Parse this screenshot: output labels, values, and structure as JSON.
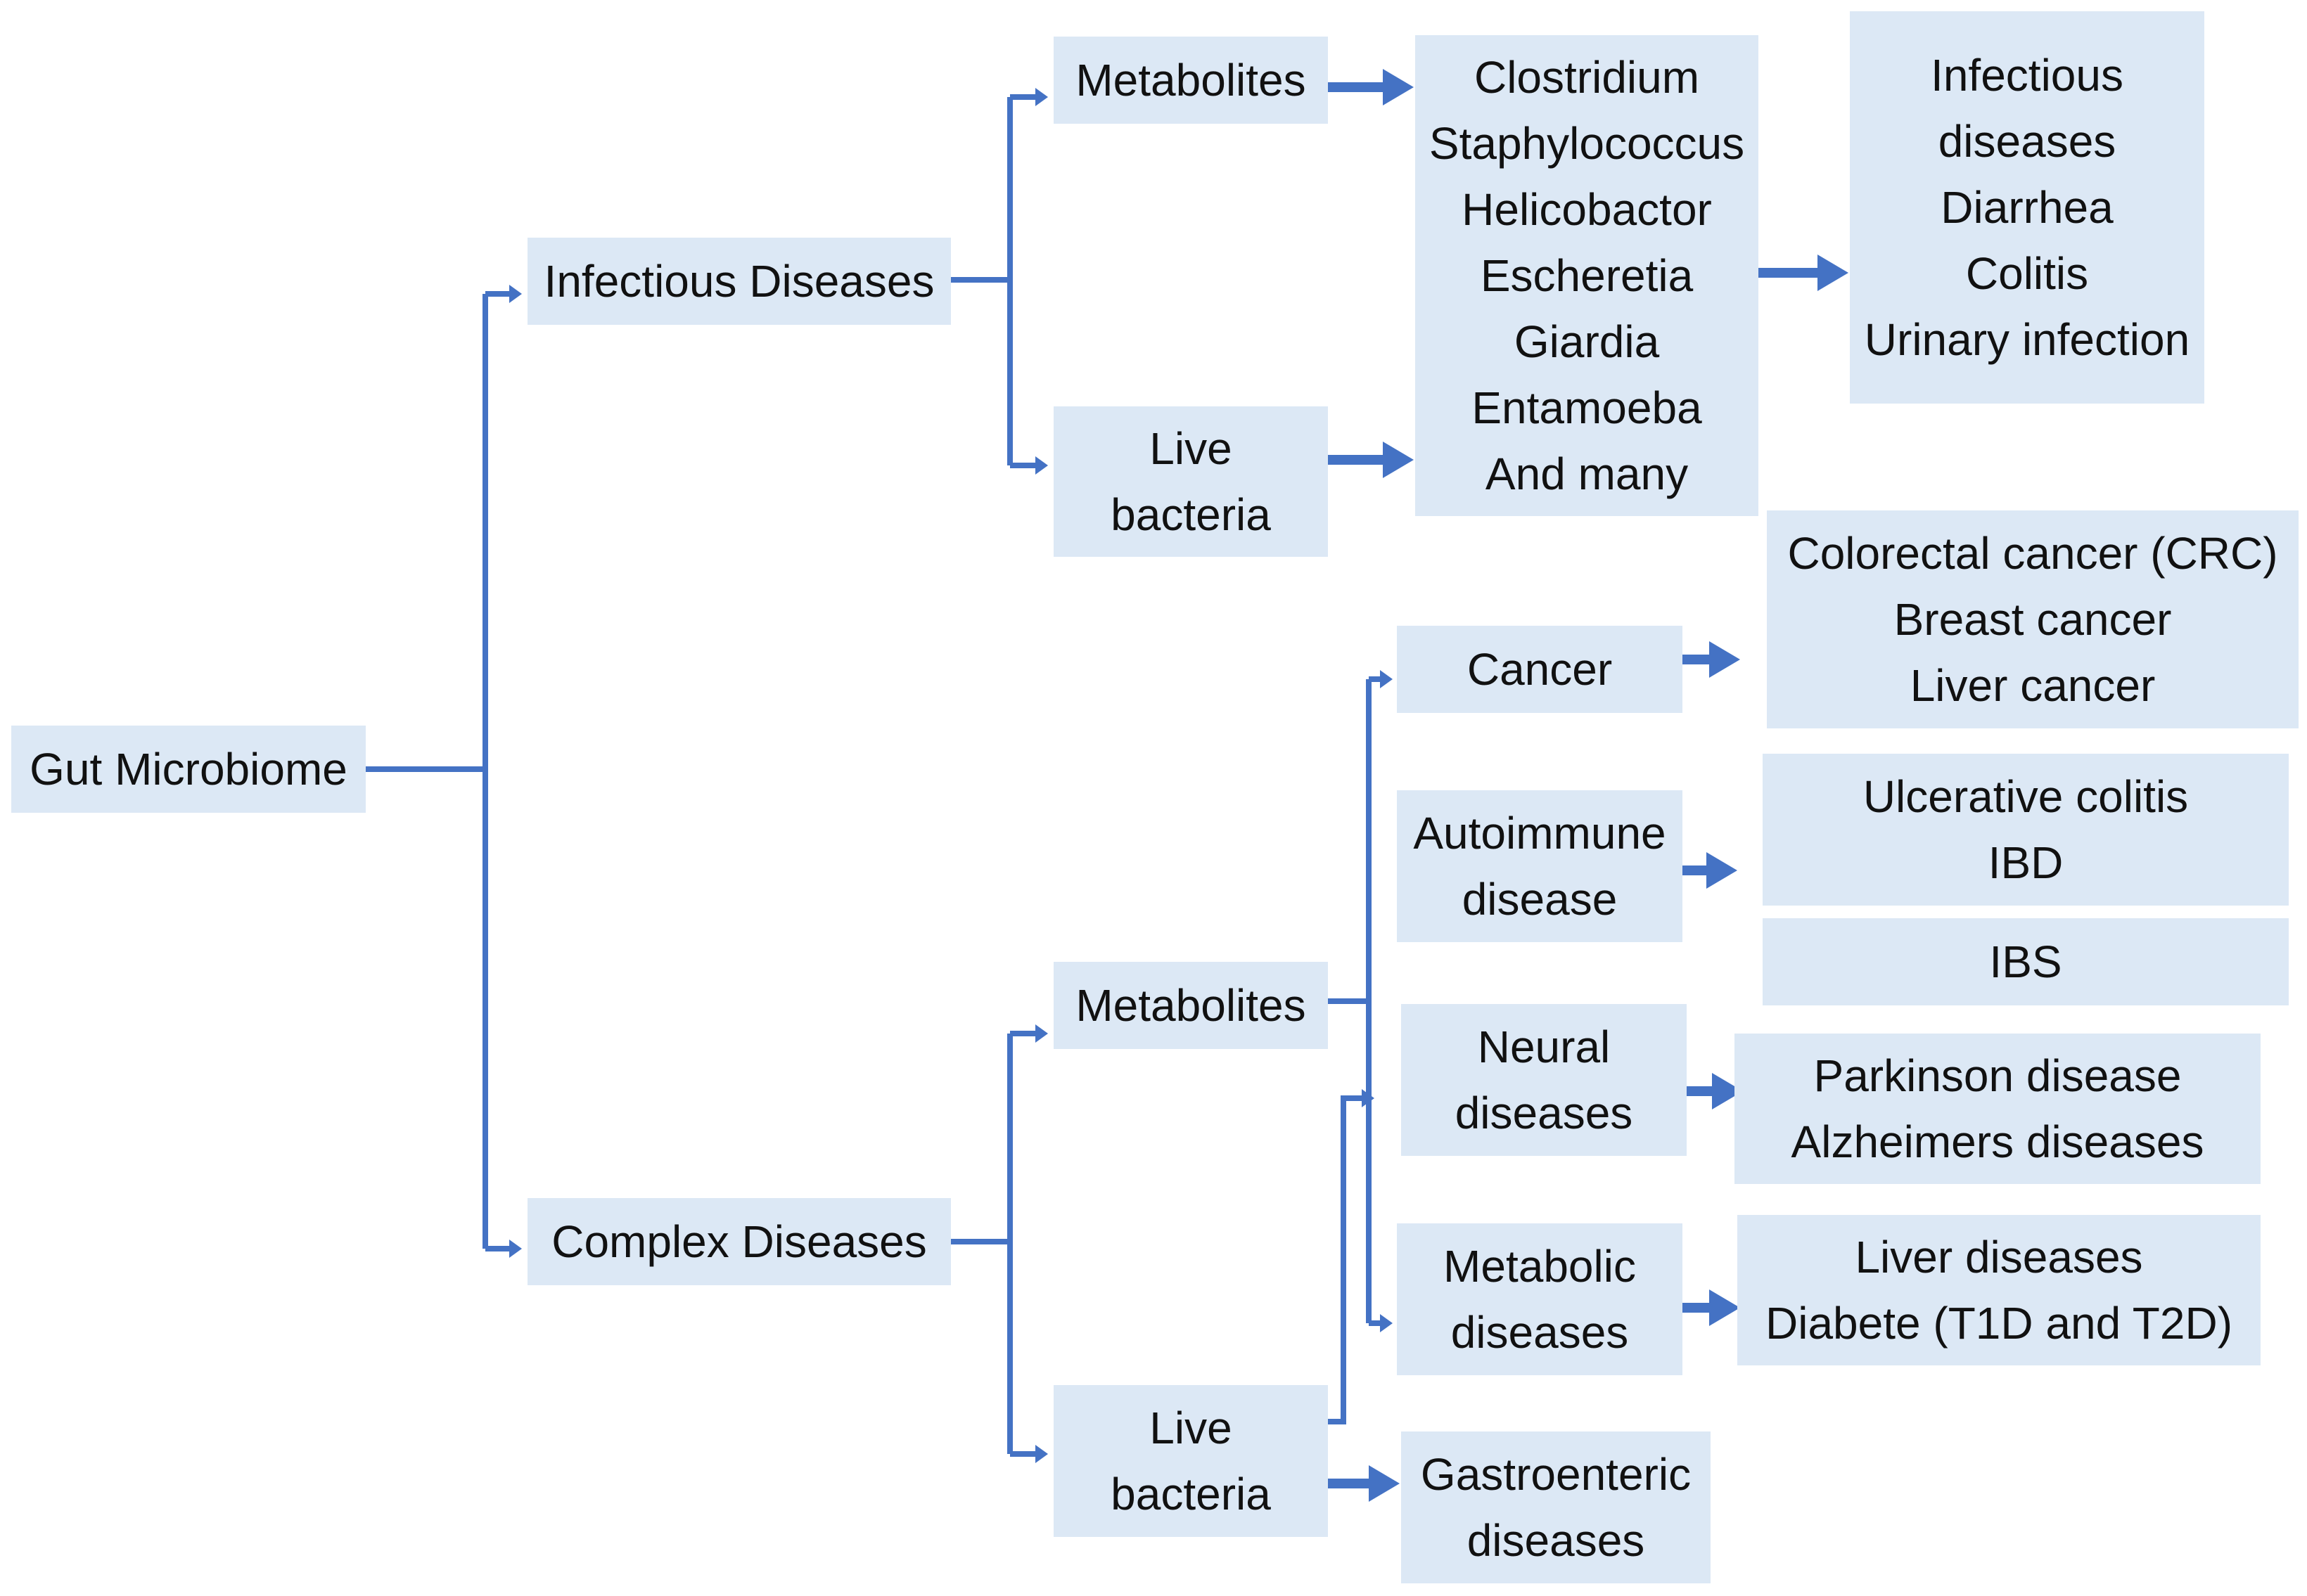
{
  "colors": {
    "box_fill": "#dce8f5",
    "line": "#4472c4",
    "text": "#111111"
  },
  "nodes": {
    "gut_microbiome": {
      "lines": [
        "Gut Microbiome"
      ]
    },
    "infectious_diseases": {
      "lines": [
        "Infectious Diseases"
      ]
    },
    "complex_diseases": {
      "lines": [
        "Complex Diseases"
      ]
    },
    "inf_metabolites": {
      "lines": [
        "Metabolites"
      ]
    },
    "inf_live_bacteria": {
      "lines": [
        "Live",
        "bacteria"
      ]
    },
    "pathogens": {
      "lines": [
        "Clostridium",
        "Staphylococcus",
        "Helicobactor",
        "Escheretia",
        "Giardia",
        "Entamoeba",
        "And many"
      ]
    },
    "infectious_outcomes": {
      "lines": [
        "Infectious",
        "diseases",
        "Diarrhea",
        "Colitis",
        "Urinary infection"
      ]
    },
    "cx_metabolites": {
      "lines": [
        "Metabolites"
      ]
    },
    "cx_live_bacteria": {
      "lines": [
        "Live",
        "bacteria"
      ]
    },
    "cancer": {
      "lines": [
        "Cancer"
      ]
    },
    "cancer_types": {
      "lines": [
        "Colorectal cancer (CRC)",
        "Breast cancer",
        "Liver cancer"
      ]
    },
    "autoimmune": {
      "lines": [
        "Autoimmune",
        "disease"
      ]
    },
    "autoimmune_types": {
      "lines": [
        "Ulcerative colitis",
        "IBD"
      ]
    },
    "ibs": {
      "lines": [
        "IBS"
      ]
    },
    "neural": {
      "lines": [
        "Neural",
        "diseases"
      ]
    },
    "neural_types": {
      "lines": [
        "Parkinson disease",
        "Alzheimers diseases"
      ]
    },
    "metabolic": {
      "lines": [
        "Metabolic",
        "diseases"
      ]
    },
    "metabolic_types": {
      "lines": [
        "Liver diseases",
        "Diabete (T1D and T2D)"
      ]
    },
    "gastroenteric": {
      "lines": [
        "Gastroenteric",
        "diseases"
      ]
    }
  }
}
